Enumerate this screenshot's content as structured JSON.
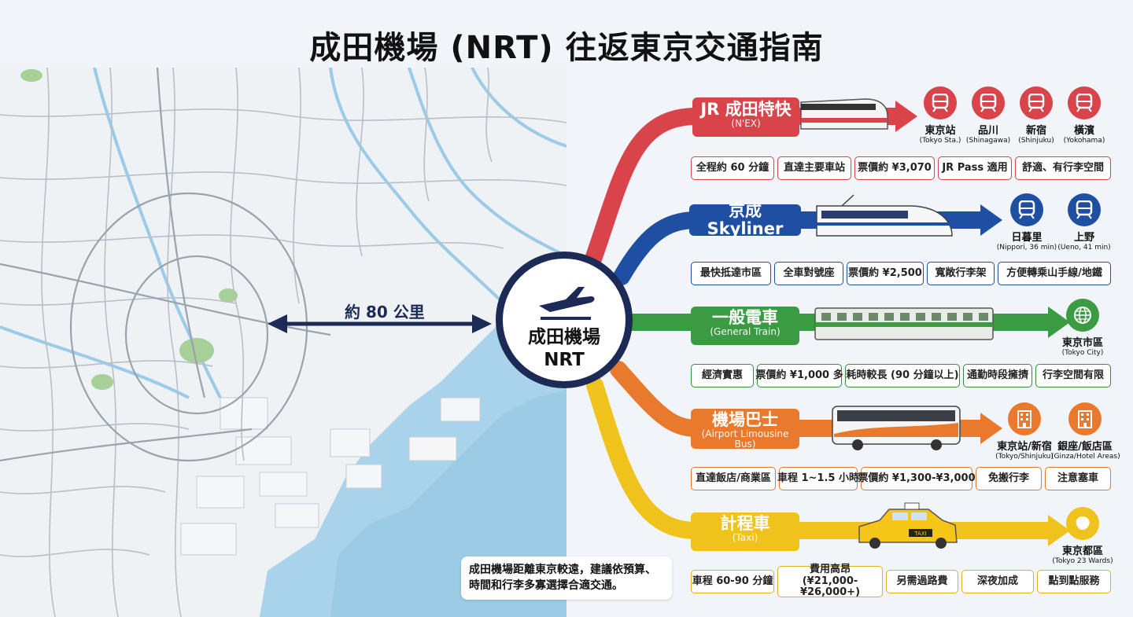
{
  "title": "成田機場 (NRT) 往返東京交通指南",
  "hub": {
    "line1": "成田機場",
    "line2": "NRT",
    "icon": "airplane-icon"
  },
  "distance_label": "約 80 公里",
  "note": "成田機場距離東京較遠，建議依預算、時間和行李多寡選擇合適交通。",
  "colors": {
    "red": "#d9434a",
    "blue": "#1e4fa3",
    "green": "#3a9b43",
    "orange": "#e9792c",
    "yellow": "#f0c21c",
    "navy": "#1b2b55",
    "water": "#a9d3ea"
  },
  "routes": {
    "nex": {
      "label": "JR 成田特快",
      "sublabel": "(N'EX)",
      "stations": [
        {
          "name": "東京站",
          "en": "(Tokyo Sta.)",
          "icon": "train-icon"
        },
        {
          "name": "品川",
          "en": "(Shinagawa)",
          "icon": "train-icon"
        },
        {
          "name": "新宿",
          "en": "(Shinjuku)",
          "icon": "train-icon"
        },
        {
          "name": "橫濱",
          "en": "(Yokohama)",
          "icon": "train-icon"
        }
      ],
      "tags": [
        "全程約 60 分鐘",
        "直達主要車站",
        "票價約 ¥3,070",
        "JR Pass 適用",
        "舒適、有行李空間"
      ]
    },
    "skyliner": {
      "label": "京成 Skyliner",
      "sublabel": "",
      "stations": [
        {
          "name": "日暮里",
          "en": "(Nippori, 36 min)",
          "icon": "train-icon"
        },
        {
          "name": "上野",
          "en": "(Ueno, 41 min)",
          "icon": "train-icon"
        }
      ],
      "tags": [
        "最快抵達市區",
        "全車對號座",
        "票價約 ¥2,500",
        "寬敞行李架",
        "方便轉乘山手線/地鐵"
      ]
    },
    "general": {
      "label": "一般電車",
      "sublabel": "(General Train)",
      "stations": [
        {
          "name": "東京市區",
          "en": "(Tokyo City)",
          "icon": "globe-icon"
        }
      ],
      "tags": [
        "經濟實惠",
        "票價約 ¥1,000 多",
        "耗時較長 (90 分鐘以上)",
        "通勤時段擁擠",
        "行李空間有限"
      ]
    },
    "bus": {
      "label": "機場巴士",
      "sublabel": "(Airport Limousine Bus)",
      "stations": [
        {
          "name": "東京站/新宿",
          "en": "(Tokyo/Shinjuku)",
          "icon": "building-icon"
        },
        {
          "name": "銀座/飯店區",
          "en": "(Ginza/Hotel Areas)",
          "icon": "building-icon"
        }
      ],
      "tags": [
        "直達飯店/商業區",
        "車程 1~1.5 小時",
        "票價約 ¥1,300-¥3,000",
        "免搬行李",
        "注意塞車"
      ]
    },
    "taxi": {
      "label": "計程車",
      "sublabel": "(Taxi)",
      "stations": [
        {
          "name": "東京都區",
          "en": "(Tokyo 23 Wards)",
          "icon": "map-icon"
        }
      ],
      "tags": [
        "車程 60-90 分鐘",
        "費用高昂 (¥21,000-¥26,000+)",
        "另需過路費",
        "深夜加成",
        "點到點服務"
      ]
    }
  },
  "taxi_sign": "TAXI"
}
